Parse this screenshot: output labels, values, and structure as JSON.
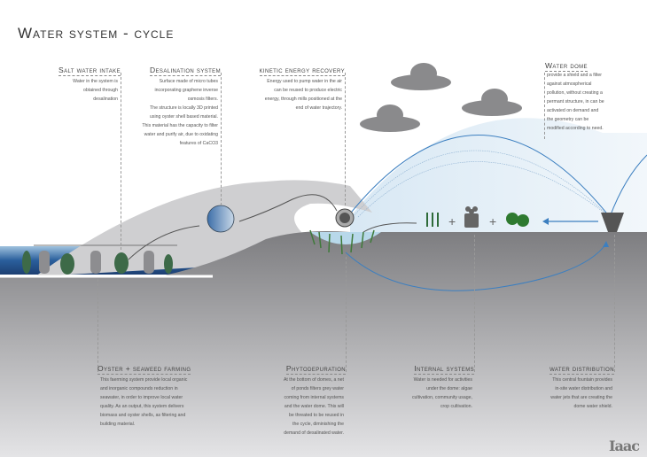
{
  "title": "Water system - cycle",
  "sections": {
    "salt": {
      "heading": "Salt water intake",
      "body": [
        "Water in the system is",
        "obtained through",
        "desalination"
      ]
    },
    "desal": {
      "heading": "Desalination system",
      "body": [
        "Surface made of micro tubes",
        "incorporating graphene inverse",
        "osmosis filters.",
        "The structure is locally 3D printed",
        "using oyster shell based material.",
        "This material has the capacity to filter",
        "water and purify air, due to oxidating",
        "features of CaCO3"
      ]
    },
    "kinetic": {
      "heading": "kinetic energy recovery",
      "body": [
        "Energy used to pump water in the air",
        "can be reused to produce electric",
        "energy, through mills positioned at the",
        "end of water trajectory."
      ]
    },
    "dome": {
      "heading": "Water dome",
      "body": [
        "provide a shield and a filter",
        "against atmospherical",
        "pollution, without creating a",
        "permant structure, in can be",
        "activated on demand and",
        "the geometry can be",
        "modified according to need."
      ]
    },
    "oyster": {
      "heading": "Oyster + seaweed farming",
      "body": [
        "This faerming system provide local organic",
        "and inorganic compounds reduction in",
        "seawater, in order to improve local water",
        "quality. As an output, this system delivers",
        "biomass and oyster shells, as filtering and",
        "building material."
      ]
    },
    "phyto": {
      "heading": "Phytodepuration",
      "body": [
        "At the bottom of domes, a net",
        "of ponds filters grey water",
        "coming from internal systems",
        "and the water dome. This will",
        "be threated to be reused in",
        "the cycle, diminishing the",
        "demand of desalinated water."
      ]
    },
    "internal": {
      "heading": "Internal systems",
      "body": [
        "Water is needed for activities",
        "under the dome: algae",
        "cultivation, community usage,",
        "crop cultivation."
      ]
    },
    "distribution": {
      "heading": "water distribution",
      "body": [
        "This central fountain provides",
        "in-site water distribution and",
        "water jets that are creating the",
        "dome water shield."
      ]
    }
  },
  "plus_signs": [
    "+",
    "+"
  ],
  "logo": "Iaac",
  "colors": {
    "water": "#2f6aa8",
    "ground": "#9a9a9c",
    "cloud": "#8a8a8c",
    "plant": "#2e6b3a"
  }
}
